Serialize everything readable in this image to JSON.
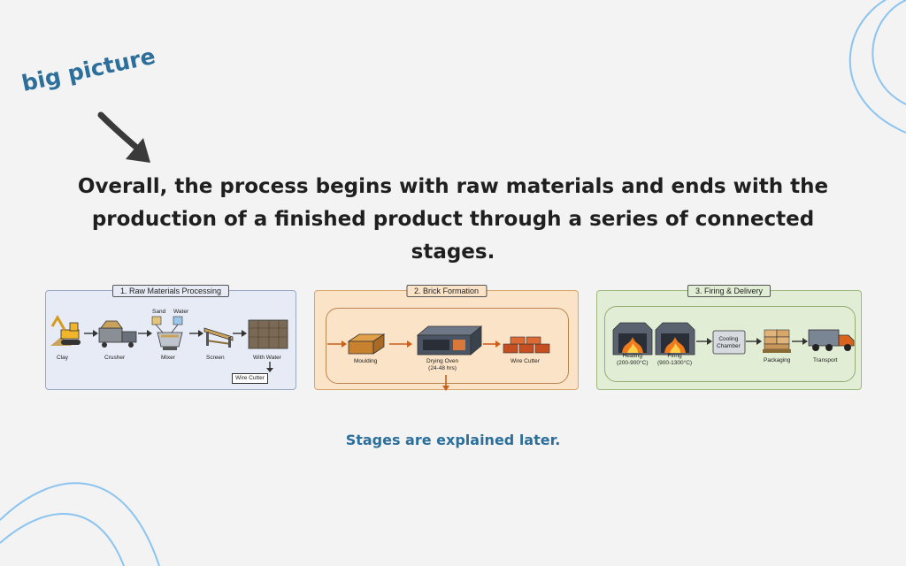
{
  "tag": "big picture",
  "headline": "Overall, the process begins with raw materials and ends with the production of a finished product through a series of connected stages.",
  "panels": [
    {
      "title": "1. Raw Materials Processing",
      "steps": [
        "Clay",
        "Crusher",
        "Mixer",
        "Screen",
        "With Water"
      ],
      "inputs": [
        "Sand",
        "Water"
      ],
      "extra": "Wire Cutter"
    },
    {
      "title": "2. Brick Formation",
      "steps": [
        "Moulding",
        "Drying Oven\n(24-48 hrs)",
        "Wire Cutter"
      ]
    },
    {
      "title": "3. Firing & Delivery",
      "steps": [
        "Heating\n(200-900°C)",
        "Firing\n(900-1300°C)",
        "Cooling\nChamber",
        "Packaging",
        "Transport"
      ]
    }
  ],
  "footer": "Stages are explained later.",
  "colors": {
    "accent": "#2d6f9b",
    "panel1": "#e6ebf5",
    "panel2": "#fbe3c7",
    "panel3": "#e2edd5",
    "arrow": "#c8601e"
  },
  "icons": [
    "excavator-icon",
    "crusher-icon",
    "mixer-icon",
    "screen-icon",
    "brick-block-icon",
    "oven-icon",
    "bricks-icon",
    "kiln-icon",
    "pallet-icon",
    "truck-icon"
  ]
}
